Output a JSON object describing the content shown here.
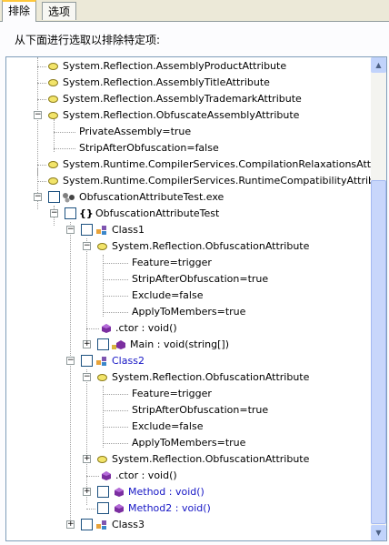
{
  "tabs": [
    {
      "label": "排除"
    },
    {
      "label": "选项"
    }
  ],
  "description": "从下面进行选取以排除特定项:",
  "tree": [
    "System.Reflection.AssemblyProductAttribute",
    "System.Reflection.AssemblyTitleAttribute",
    "System.Reflection.AssemblyTrademarkAttribute",
    "System.Reflection.ObfuscateAssemblyAttribute",
    "PrivateAssembly=true",
    "StripAfterObfuscation=false",
    "System.Runtime.CompilerServices.CompilationRelaxationsAttribute",
    "System.Runtime.CompilerServices.RuntimeCompatibilityAttribute",
    "ObfuscationAttributeTest.exe",
    "ObfuscationAttributeTest",
    "Class1",
    "System.Reflection.ObfuscationAttribute",
    "Feature=trigger",
    "StripAfterObfuscation=true",
    "Exclude=false",
    "ApplyToMembers=true",
    ".ctor : void()",
    "Main : void(string[])",
    "Class2",
    "System.Reflection.ObfuscationAttribute",
    "Feature=trigger",
    "StripAfterObfuscation=true",
    "Exclude=false",
    "ApplyToMembers=true",
    "System.Reflection.ObfuscationAttribute",
    ".ctor : void()",
    "Method : void()",
    "Method2 : void()",
    "Class3"
  ],
  "icons": {
    "attribute": "attribute-icon",
    "assembly": "assembly-icon",
    "namespace": "namespace-icon",
    "class": "class-icon",
    "method": "method-icon",
    "expand": "expand-icon",
    "collapse": "collapse-icon"
  },
  "colors": {
    "highlight_text": "#1515c5",
    "tab_accent": "#ffc83c"
  }
}
